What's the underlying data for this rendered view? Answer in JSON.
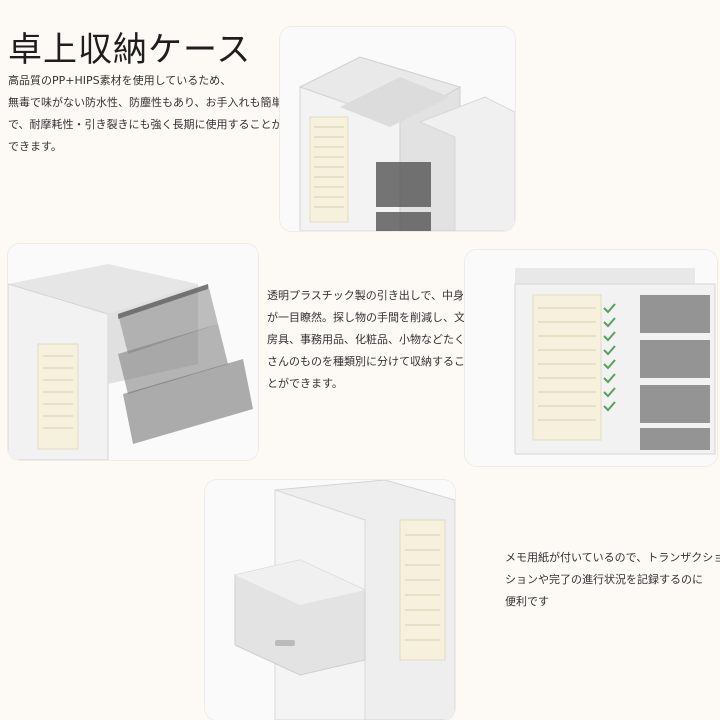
{
  "title": "卓上収納ケース",
  "section1": {
    "lines": [
      "高品質のPP+HIPS素材を使用しているため、",
      "無毒で味がない防水性、防塵性もあり、お手入れも簡単",
      "で、耐摩耗性・引き裂きにも強く長期に使用することが",
      "できます。"
    ]
  },
  "section2": {
    "lines": [
      "透明プラスチック製の引き出しで、中身",
      "が一目瞭然。探し物の手間を削減し、文",
      "房具、事務用品、化粧品、小物などたく",
      "さんのものを種類別に分けて収納するこ",
      "とができます。"
    ]
  },
  "section3": {
    "lines": [
      "メモ用紙が付いているので、トランザクション",
      "ションや完了の進行状況を記録するのに",
      "便利です"
    ]
  },
  "colors": {
    "background": "#fdf9f5",
    "product_white": "#f2f2f2",
    "memo_paper": "#f6f1dd",
    "check_green": "#5aa05a"
  },
  "icons": [
    "checkmark-icon"
  ]
}
